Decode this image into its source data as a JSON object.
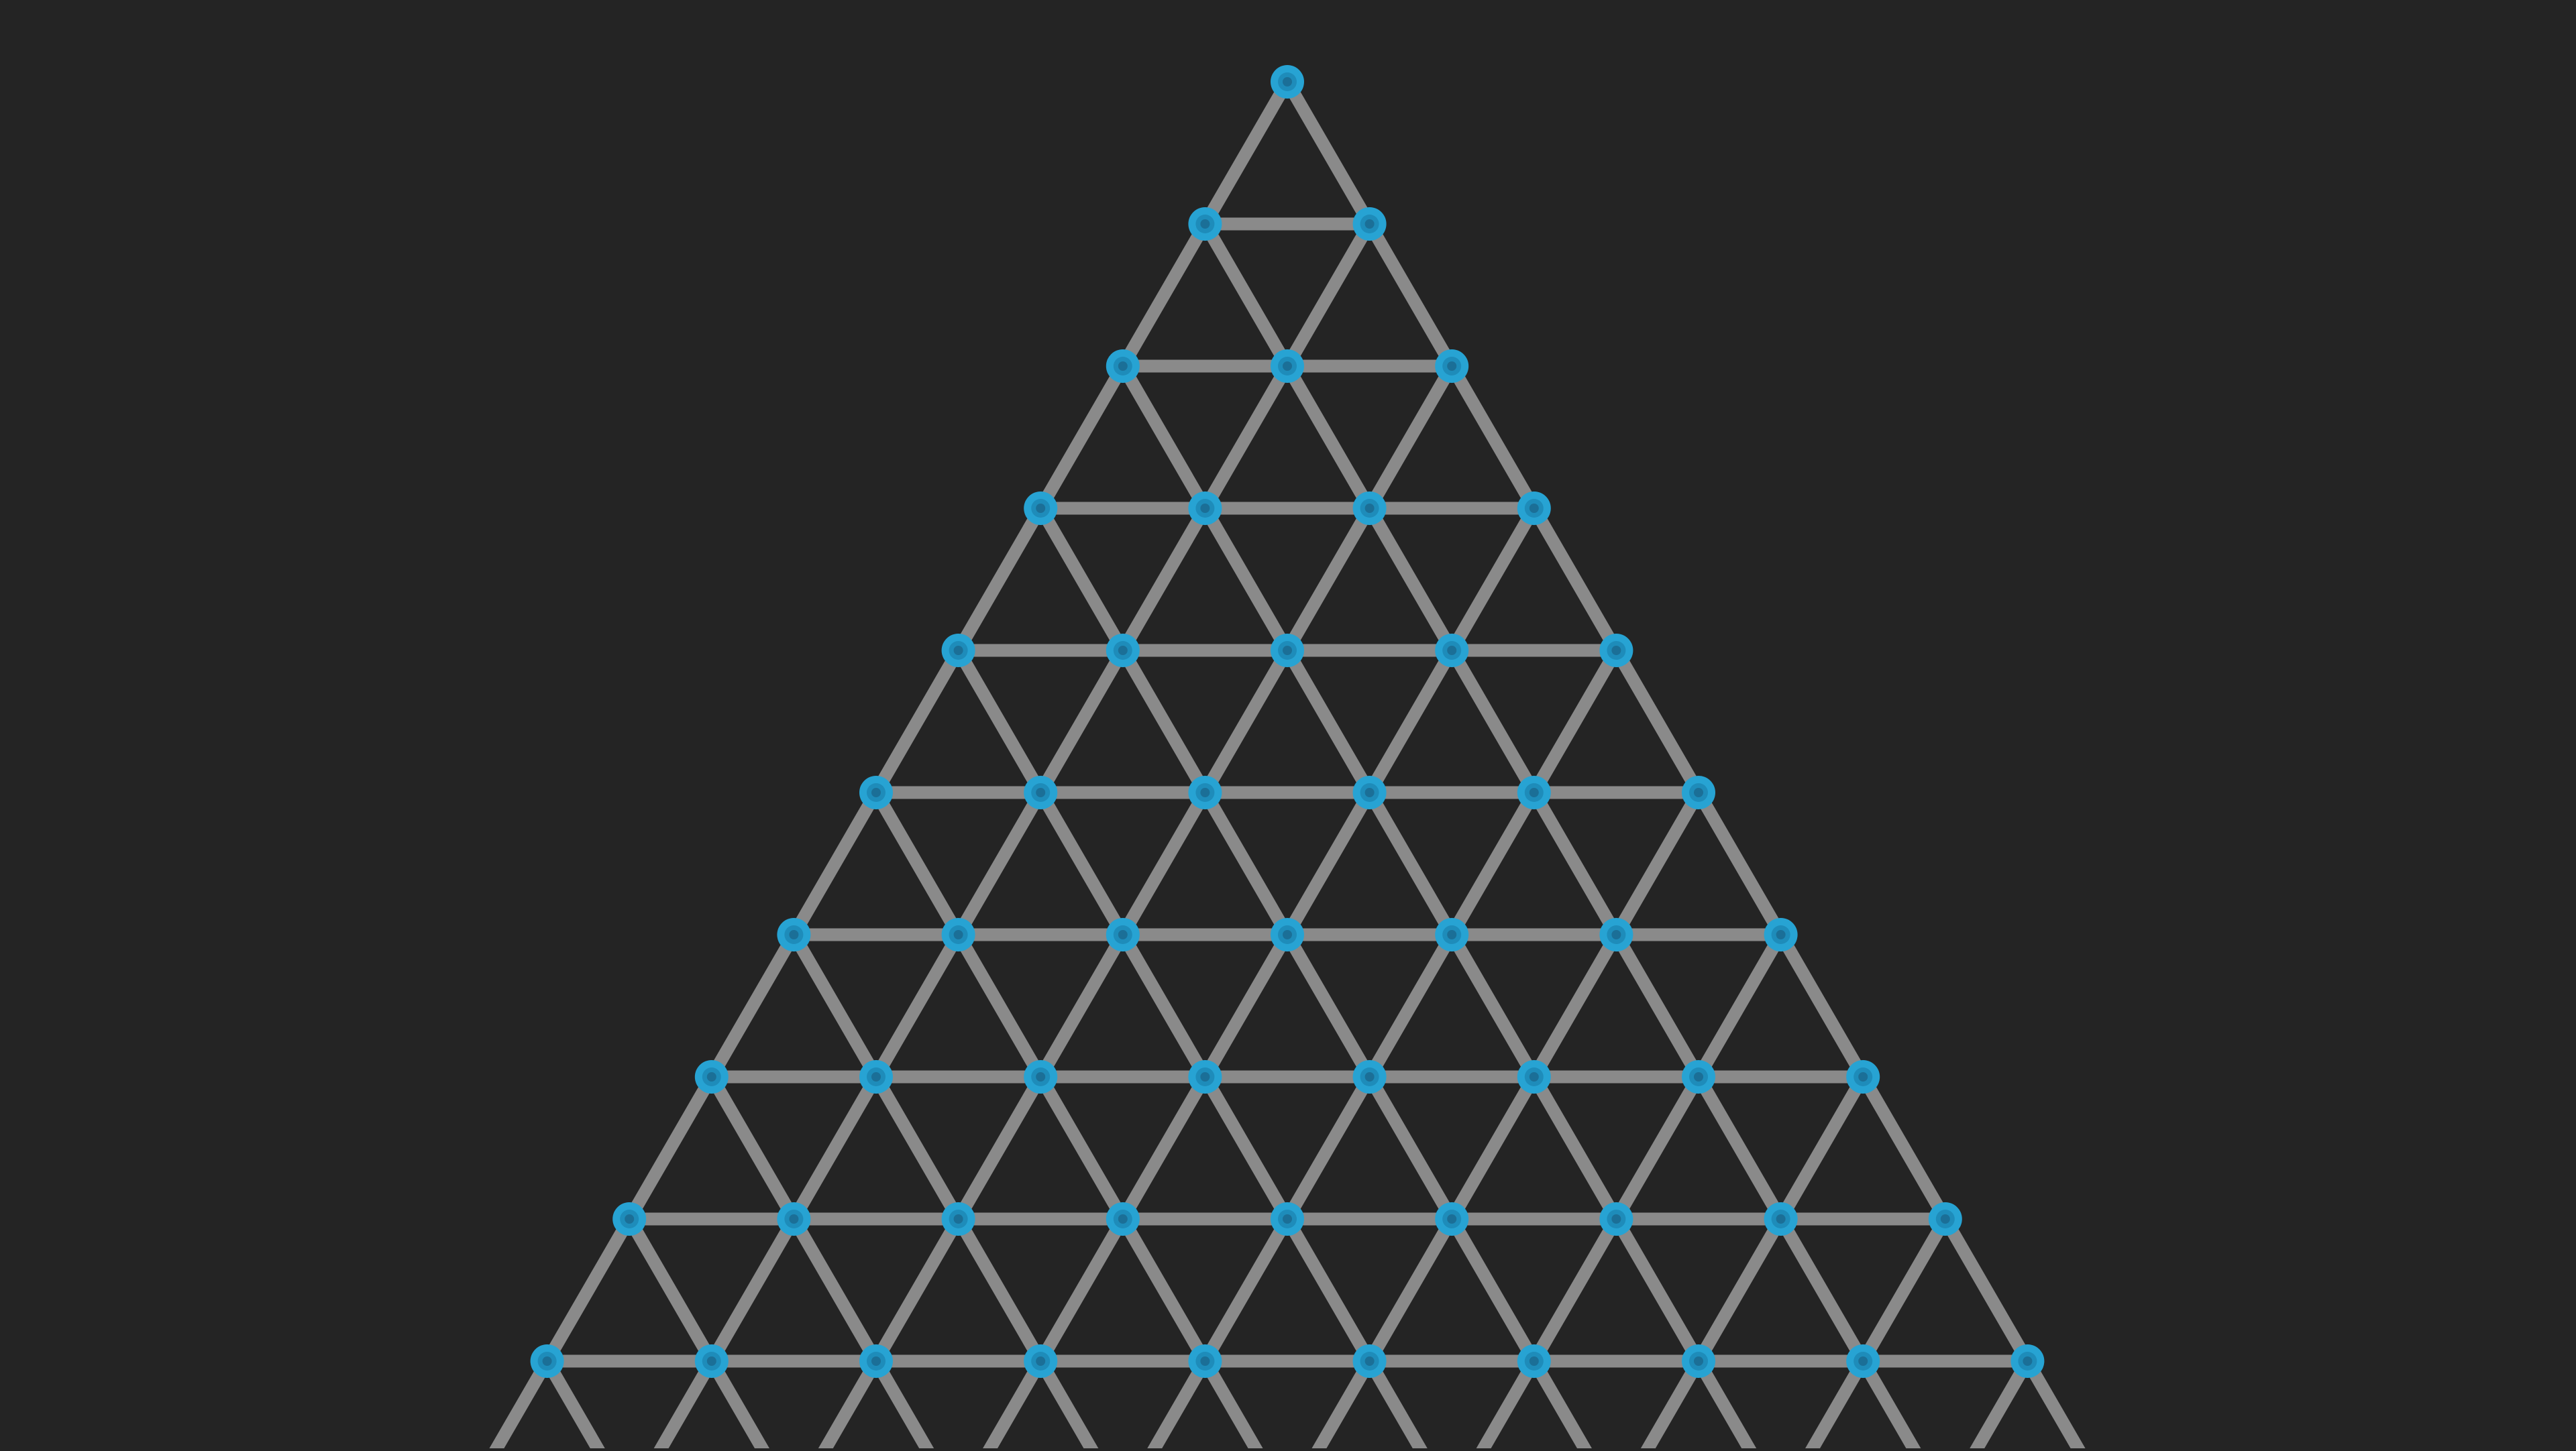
{
  "diagram": {
    "type": "triangular-lattice",
    "rows": 10,
    "orientation": "apex-up",
    "colors": {
      "background": "#242424",
      "edge": "#8a8a8a",
      "node_fill": "#27a3d3",
      "node_ring": "#1e8cba",
      "node_center": "#1b6f97"
    }
  }
}
